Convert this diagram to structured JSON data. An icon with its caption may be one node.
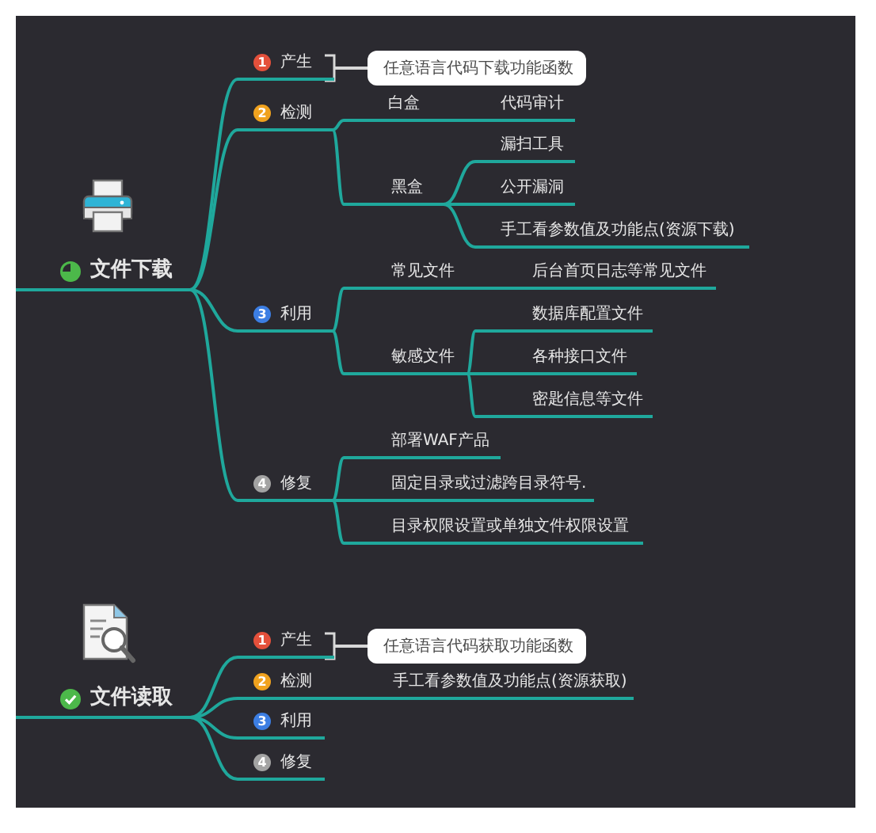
{
  "diagram": {
    "nodes": [
      {
        "text": [
          "文件下载"
        ]
      },
      {
        "text": [
          "1",
          "产生"
        ]
      },
      {
        "text": [
          "任意语言代码下载功能函数"
        ]
      },
      {
        "text": [
          "2",
          "检测"
        ]
      },
      {
        "text": [
          "白盒"
        ]
      },
      {
        "text": [
          "代码审计"
        ]
      },
      {
        "text": [
          "黑盒"
        ]
      },
      {
        "text": [
          "漏扫工具"
        ]
      },
      {
        "text": [
          "公开漏洞"
        ]
      },
      {
        "text": [
          "手工看参数值及功能点(资源下载)"
        ]
      },
      {
        "text": [
          "3",
          "利用"
        ]
      },
      {
        "text": [
          "常见文件"
        ]
      },
      {
        "text": [
          "后台首页日志等常见文件"
        ]
      },
      {
        "text": [
          "敏感文件"
        ]
      },
      {
        "text": [
          "数据库配置文件"
        ]
      },
      {
        "text": [
          "各种接口文件"
        ]
      },
      {
        "text": [
          "密匙信息等文件"
        ]
      },
      {
        "text": [
          "4",
          "修复"
        ]
      },
      {
        "text": [
          "部署WAF产品"
        ]
      },
      {
        "text": [
          "固定目录或过滤跨目录符号."
        ]
      },
      {
        "text": [
          "目录权限设置或单独文件权限设置"
        ]
      },
      {
        "text": [
          "文件读取"
        ]
      },
      {
        "text": [
          "1",
          "产生"
        ]
      },
      {
        "text": [
          "任意语言代码获取功能函数"
        ]
      },
      {
        "text": [
          "2",
          "检测"
        ]
      },
      {
        "text": [
          "手工看参数值及功能点(资源获取)"
        ]
      },
      {
        "text": [
          "3",
          "利用"
        ]
      },
      {
        "text": [
          "4",
          "修复"
        ]
      }
    ],
    "edges": [
      {
        "from": 0,
        "to": 1,
        "arrow": "none"
      },
      {
        "from": 1,
        "to": 2,
        "arrow": "none",
        "color": "#d8d8d8"
      },
      {
        "from": 0,
        "to": 3,
        "arrow": "none"
      },
      {
        "from": 3,
        "to": 4,
        "arrow": "none"
      },
      {
        "from": 4,
        "to": 5,
        "arrow": "none"
      },
      {
        "from": 3,
        "to": 6,
        "arrow": "none"
      },
      {
        "from": 6,
        "to": 7,
        "arrow": "none"
      },
      {
        "from": 6,
        "to": 8,
        "arrow": "none"
      },
      {
        "from": 6,
        "to": 9,
        "arrow": "none"
      },
      {
        "from": 0,
        "to": 10,
        "arrow": "none"
      },
      {
        "from": 10,
        "to": 11,
        "arrow": "none"
      },
      {
        "from": 11,
        "to": 12,
        "arrow": "none"
      },
      {
        "from": 10,
        "to": 13,
        "arrow": "none"
      },
      {
        "from": 13,
        "to": 14,
        "arrow": "none"
      },
      {
        "from": 13,
        "to": 15,
        "arrow": "none"
      },
      {
        "from": 13,
        "to": 16,
        "arrow": "none"
      },
      {
        "from": 0,
        "to": 17,
        "arrow": "none"
      },
      {
        "from": 17,
        "to": 18,
        "arrow": "none"
      },
      {
        "from": 17,
        "to": 19,
        "arrow": "none"
      },
      {
        "from": 17,
        "to": 20,
        "arrow": "none"
      },
      {
        "from": 21,
        "to": 22,
        "arrow": "none"
      },
      {
        "from": 22,
        "to": 23,
        "arrow": "none",
        "color": "#d8d8d8"
      },
      {
        "from": 21,
        "to": 24,
        "arrow": "none"
      },
      {
        "from": 24,
        "to": 25,
        "arrow": "none"
      },
      {
        "from": 21,
        "to": 26,
        "arrow": "none"
      },
      {
        "from": 21,
        "to": 27,
        "arrow": "none"
      }
    ]
  }
}
